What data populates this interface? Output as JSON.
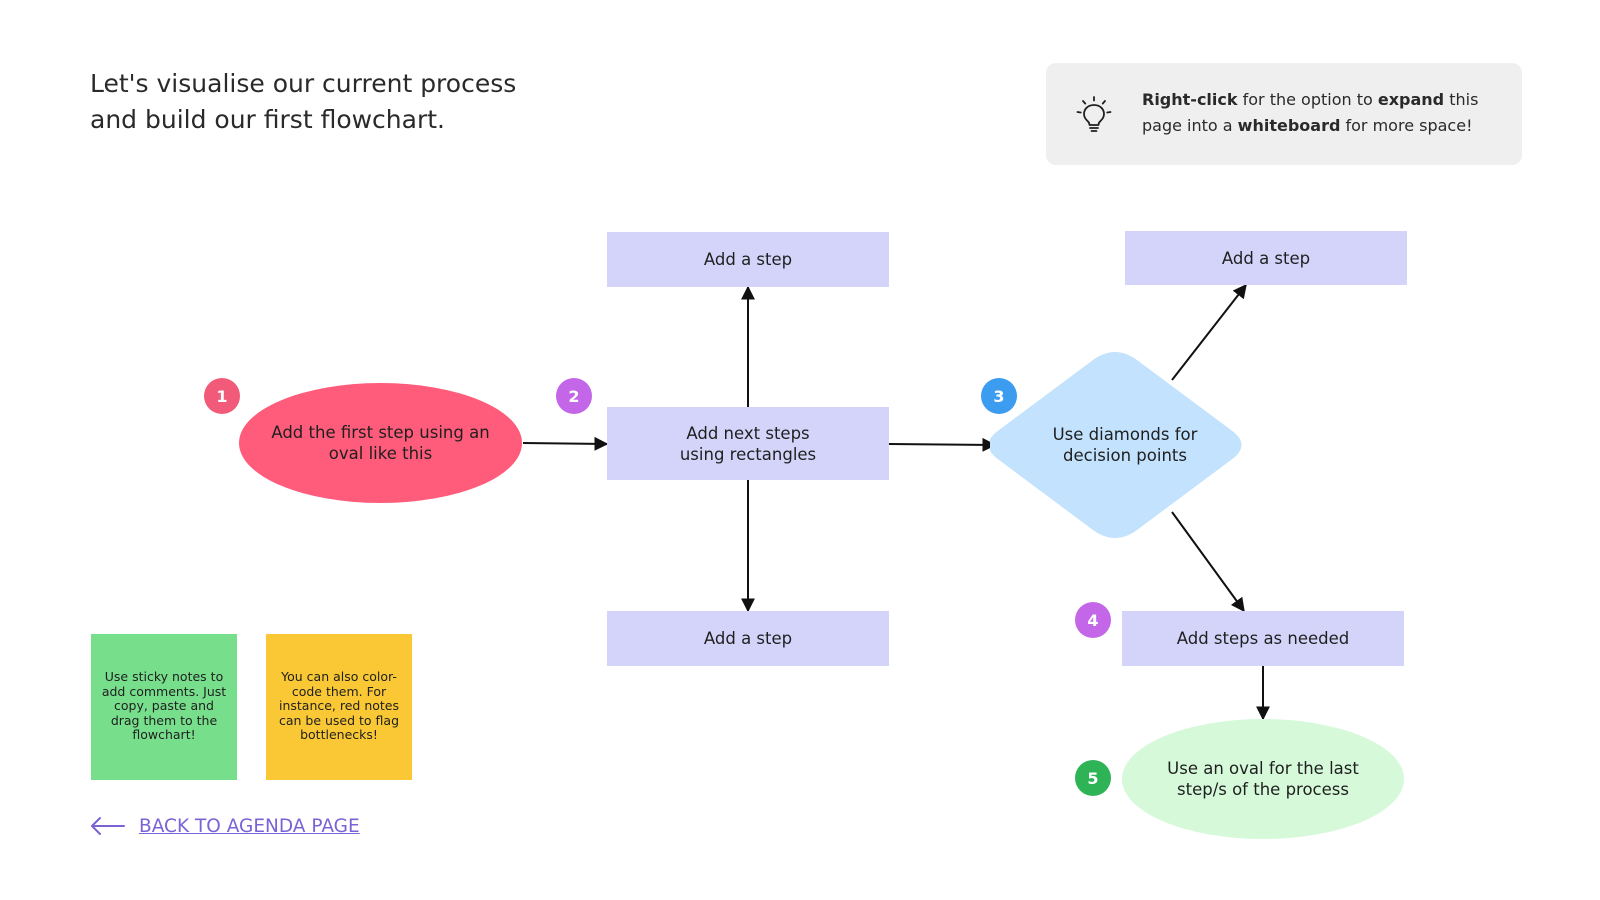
{
  "heading": {
    "line1": "Let's visualise our current process",
    "line2": "and build our first flowchart."
  },
  "tip": {
    "icon": "lightbulb-icon",
    "parts": {
      "p1": "Right-click",
      "p2": " for the option to ",
      "p3": "expand",
      "p4": " this page into a ",
      "p5": "whiteboard",
      "p6": " for more space!"
    }
  },
  "flowchart": {
    "start_oval": {
      "line1": "Add the first step using an",
      "line2": "oval like this"
    },
    "main_rect": {
      "line1": "Add next steps",
      "line2": "using rectangles"
    },
    "top_step": "Add a step",
    "bottom_step": "Add a step",
    "diamond": {
      "line1": "Use diamonds for",
      "line2": "decision points"
    },
    "upper_right_step": "Add a step",
    "steps_as_needed": "Add steps as needed",
    "end_oval": {
      "line1": "Use an oval for the last",
      "line2": "step/s of the process"
    }
  },
  "badges": [
    {
      "label": "1",
      "color": "#f15a78"
    },
    {
      "label": "2",
      "color": "#c466e8"
    },
    {
      "label": "3",
      "color": "#3b9cf0"
    },
    {
      "label": "4",
      "color": "#c466e8"
    },
    {
      "label": "5",
      "color": "#2fb357"
    }
  ],
  "sticky_notes": {
    "green": {
      "line1": "Use sticky notes to",
      "line2": "add comments. Just",
      "line3": "copy, paste and",
      "line4": "drag them to the",
      "line5": "flowchart!",
      "color": "#77df8c"
    },
    "yellow": {
      "line1": "You can also color-",
      "line2": "code them. For",
      "line3": "instance, red notes",
      "line4": "can be used to flag",
      "line5": "bottlenecks!",
      "color": "#f9c834"
    }
  },
  "back_link": {
    "label": "BACK TO AGENDA PAGE",
    "icon": "arrow-left-icon"
  },
  "colors": {
    "rect_fill": "#d4d4fb",
    "start_oval_fill": "#ff5c7b",
    "end_oval_fill": "#d5f9d9",
    "diamond_fill": "#c2e2fd",
    "link_color": "#7b62d6",
    "tip_background": "#efefef"
  }
}
